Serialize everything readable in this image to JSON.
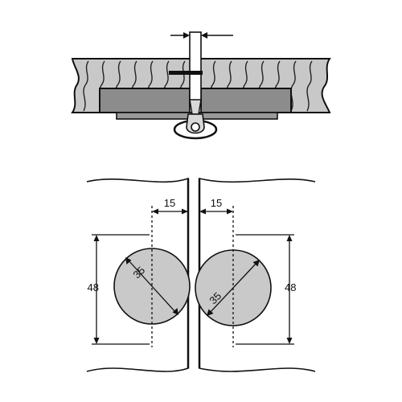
{
  "colors": {
    "background": "#ffffff",
    "line": "#111111",
    "wood_fill": "#c8c8c8",
    "plate_fill": "#8c8c8c",
    "cup_fill": "#c9c9c9",
    "pin_fill": "#d8d8d8"
  },
  "dimensions": {
    "left_offset": "15",
    "right_offset": "15",
    "left_diameter": "35",
    "right_diameter": "35",
    "left_height": "48",
    "right_height": "48"
  }
}
